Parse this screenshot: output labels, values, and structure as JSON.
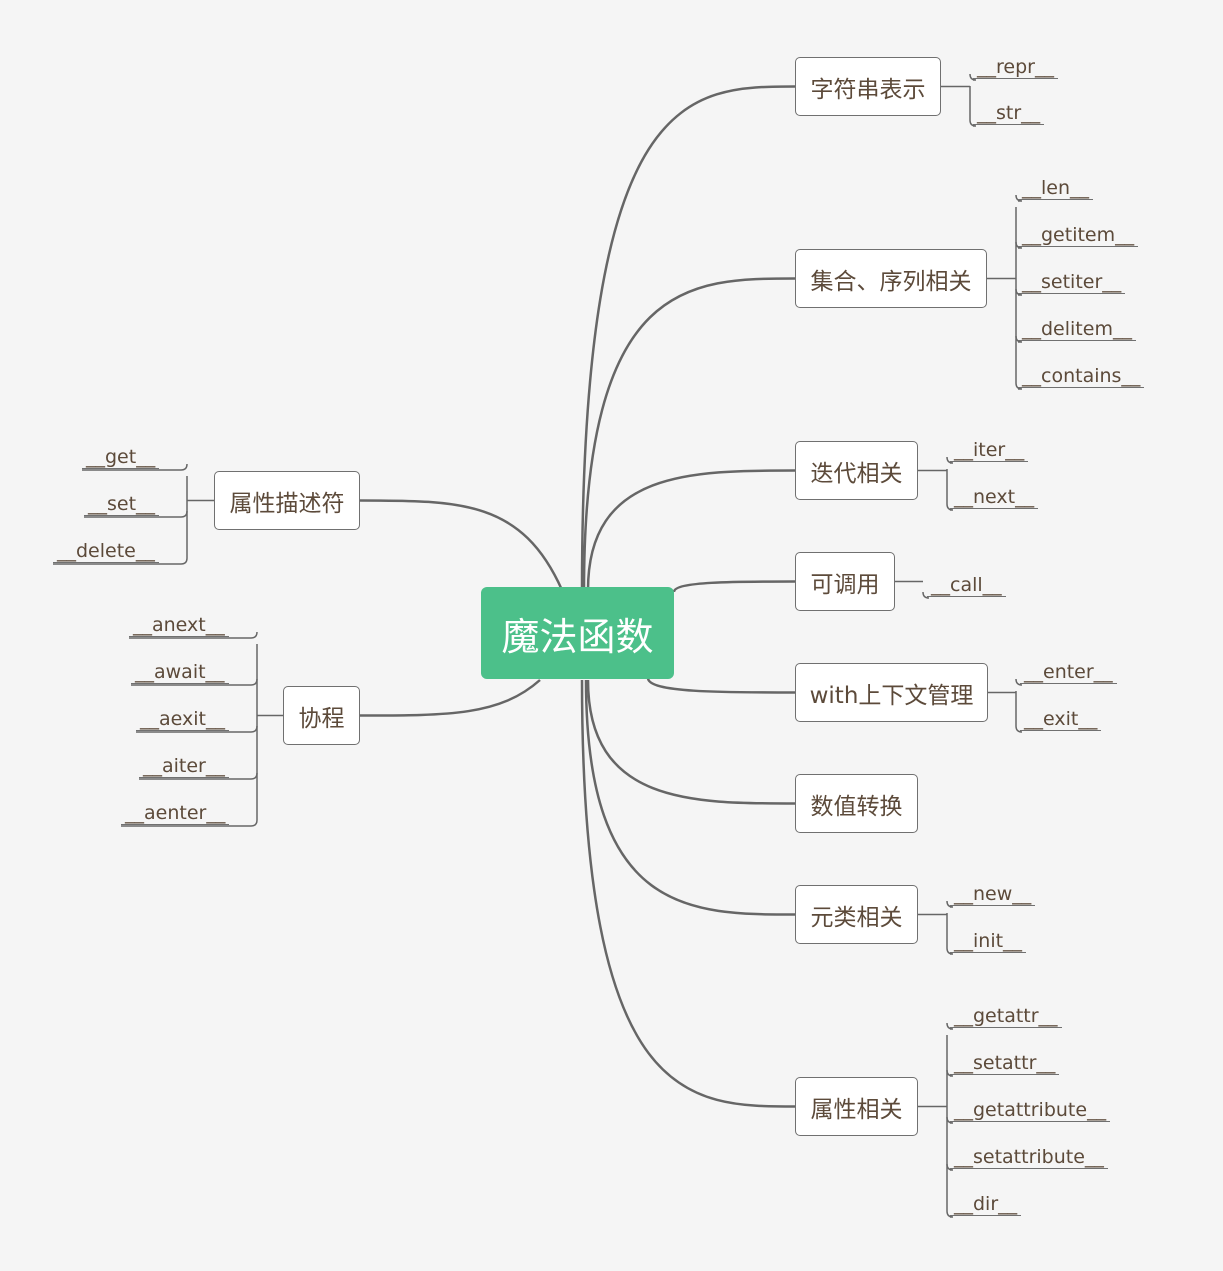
{
  "root": {
    "label": "魔法函数"
  },
  "right": [
    {
      "label": "字符串表示",
      "children": [
        "__repr__",
        "__str__"
      ]
    },
    {
      "label": "集合、序列相关",
      "children": [
        "__len__",
        "__getitem__",
        "__setiter__",
        "__delitem__",
        "__contains__"
      ]
    },
    {
      "label": "迭代相关",
      "children": [
        "__iter__",
        "__next__"
      ]
    },
    {
      "label": "可调用",
      "children": [
        "__call__"
      ]
    },
    {
      "label": "with上下文管理",
      "children": [
        "__enter__",
        "__exit__"
      ]
    },
    {
      "label": "数值转换",
      "children": []
    },
    {
      "label": "元类相关",
      "children": [
        "__new__",
        "__init__"
      ]
    },
    {
      "label": "属性相关",
      "children": [
        "__getattr__",
        "__setattr__",
        "__getattribute__",
        "__setattribute__",
        "__dir__"
      ]
    }
  ],
  "left": [
    {
      "label": "属性描述符",
      "children": [
        "__get__",
        "__set__",
        "__delete__"
      ]
    },
    {
      "label": "协程",
      "children": [
        "__anext__",
        "__await__",
        "__aexit__",
        "__aiter__",
        "__aenter__"
      ]
    }
  ]
}
